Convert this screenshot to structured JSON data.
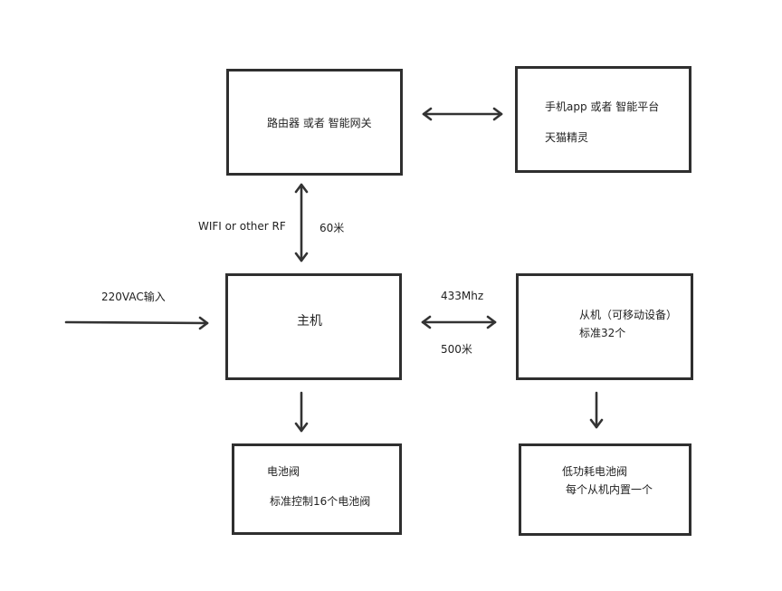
{
  "boxes": {
    "router": {
      "line1": "路由器 或者 智能网关"
    },
    "app": {
      "line1": "手机app 或者 智能平台",
      "line2": "天猫精灵"
    },
    "host": {
      "line1": "主机"
    },
    "slave": {
      "line1": "从机（可移动设备）",
      "line2": "标准32个"
    },
    "valve": {
      "line1": "电池阀",
      "line2": "标准控制16个电池阀"
    },
    "lowvalve": {
      "line1": "低功耗电池阀",
      "line2": "每个从机内置一个"
    }
  },
  "labels": {
    "wifi": "WIFI or other RF",
    "range_60": "60米",
    "power_in": "220VAC输入",
    "freq": "433Mhz",
    "range_500": "500米"
  },
  "colors": {
    "stroke": "#2f2f2f",
    "text": "#222222",
    "background": "#ffffff"
  }
}
